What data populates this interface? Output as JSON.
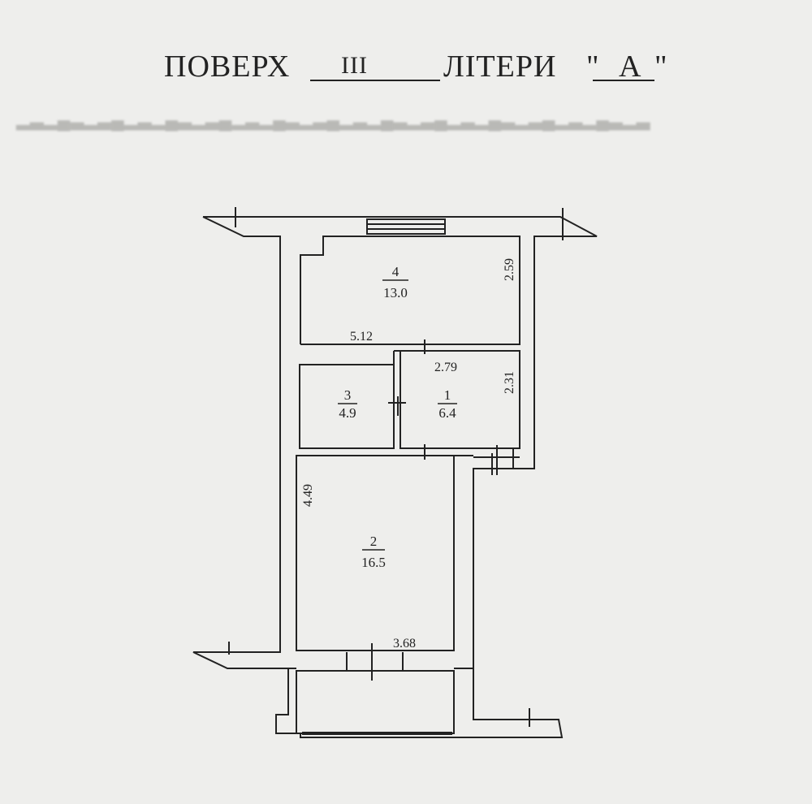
{
  "header": {
    "floor_label": "ПОВЕРХ",
    "floor_value": "III",
    "letter_label": "ЛІТЕРИ",
    "letter_open_quote": "\"",
    "letter_value": "А",
    "letter_close_quote": "\""
  },
  "rooms": [
    {
      "number": "4",
      "area": "13.0"
    },
    {
      "number": "3",
      "area": "4.9"
    },
    {
      "number": "1",
      "area": "6.4"
    },
    {
      "number": "2",
      "area": "16.5"
    }
  ],
  "dimensions": {
    "room4_width": "5.12",
    "room4_depth": "2.59",
    "room1_width": "2.79",
    "room1_depth": "2.31",
    "room2_depth": "4.49",
    "room2_width": "3.68"
  },
  "colors": {
    "paper": "#eeeeec",
    "ink": "#222222",
    "wall_fill": "#fafafa"
  }
}
